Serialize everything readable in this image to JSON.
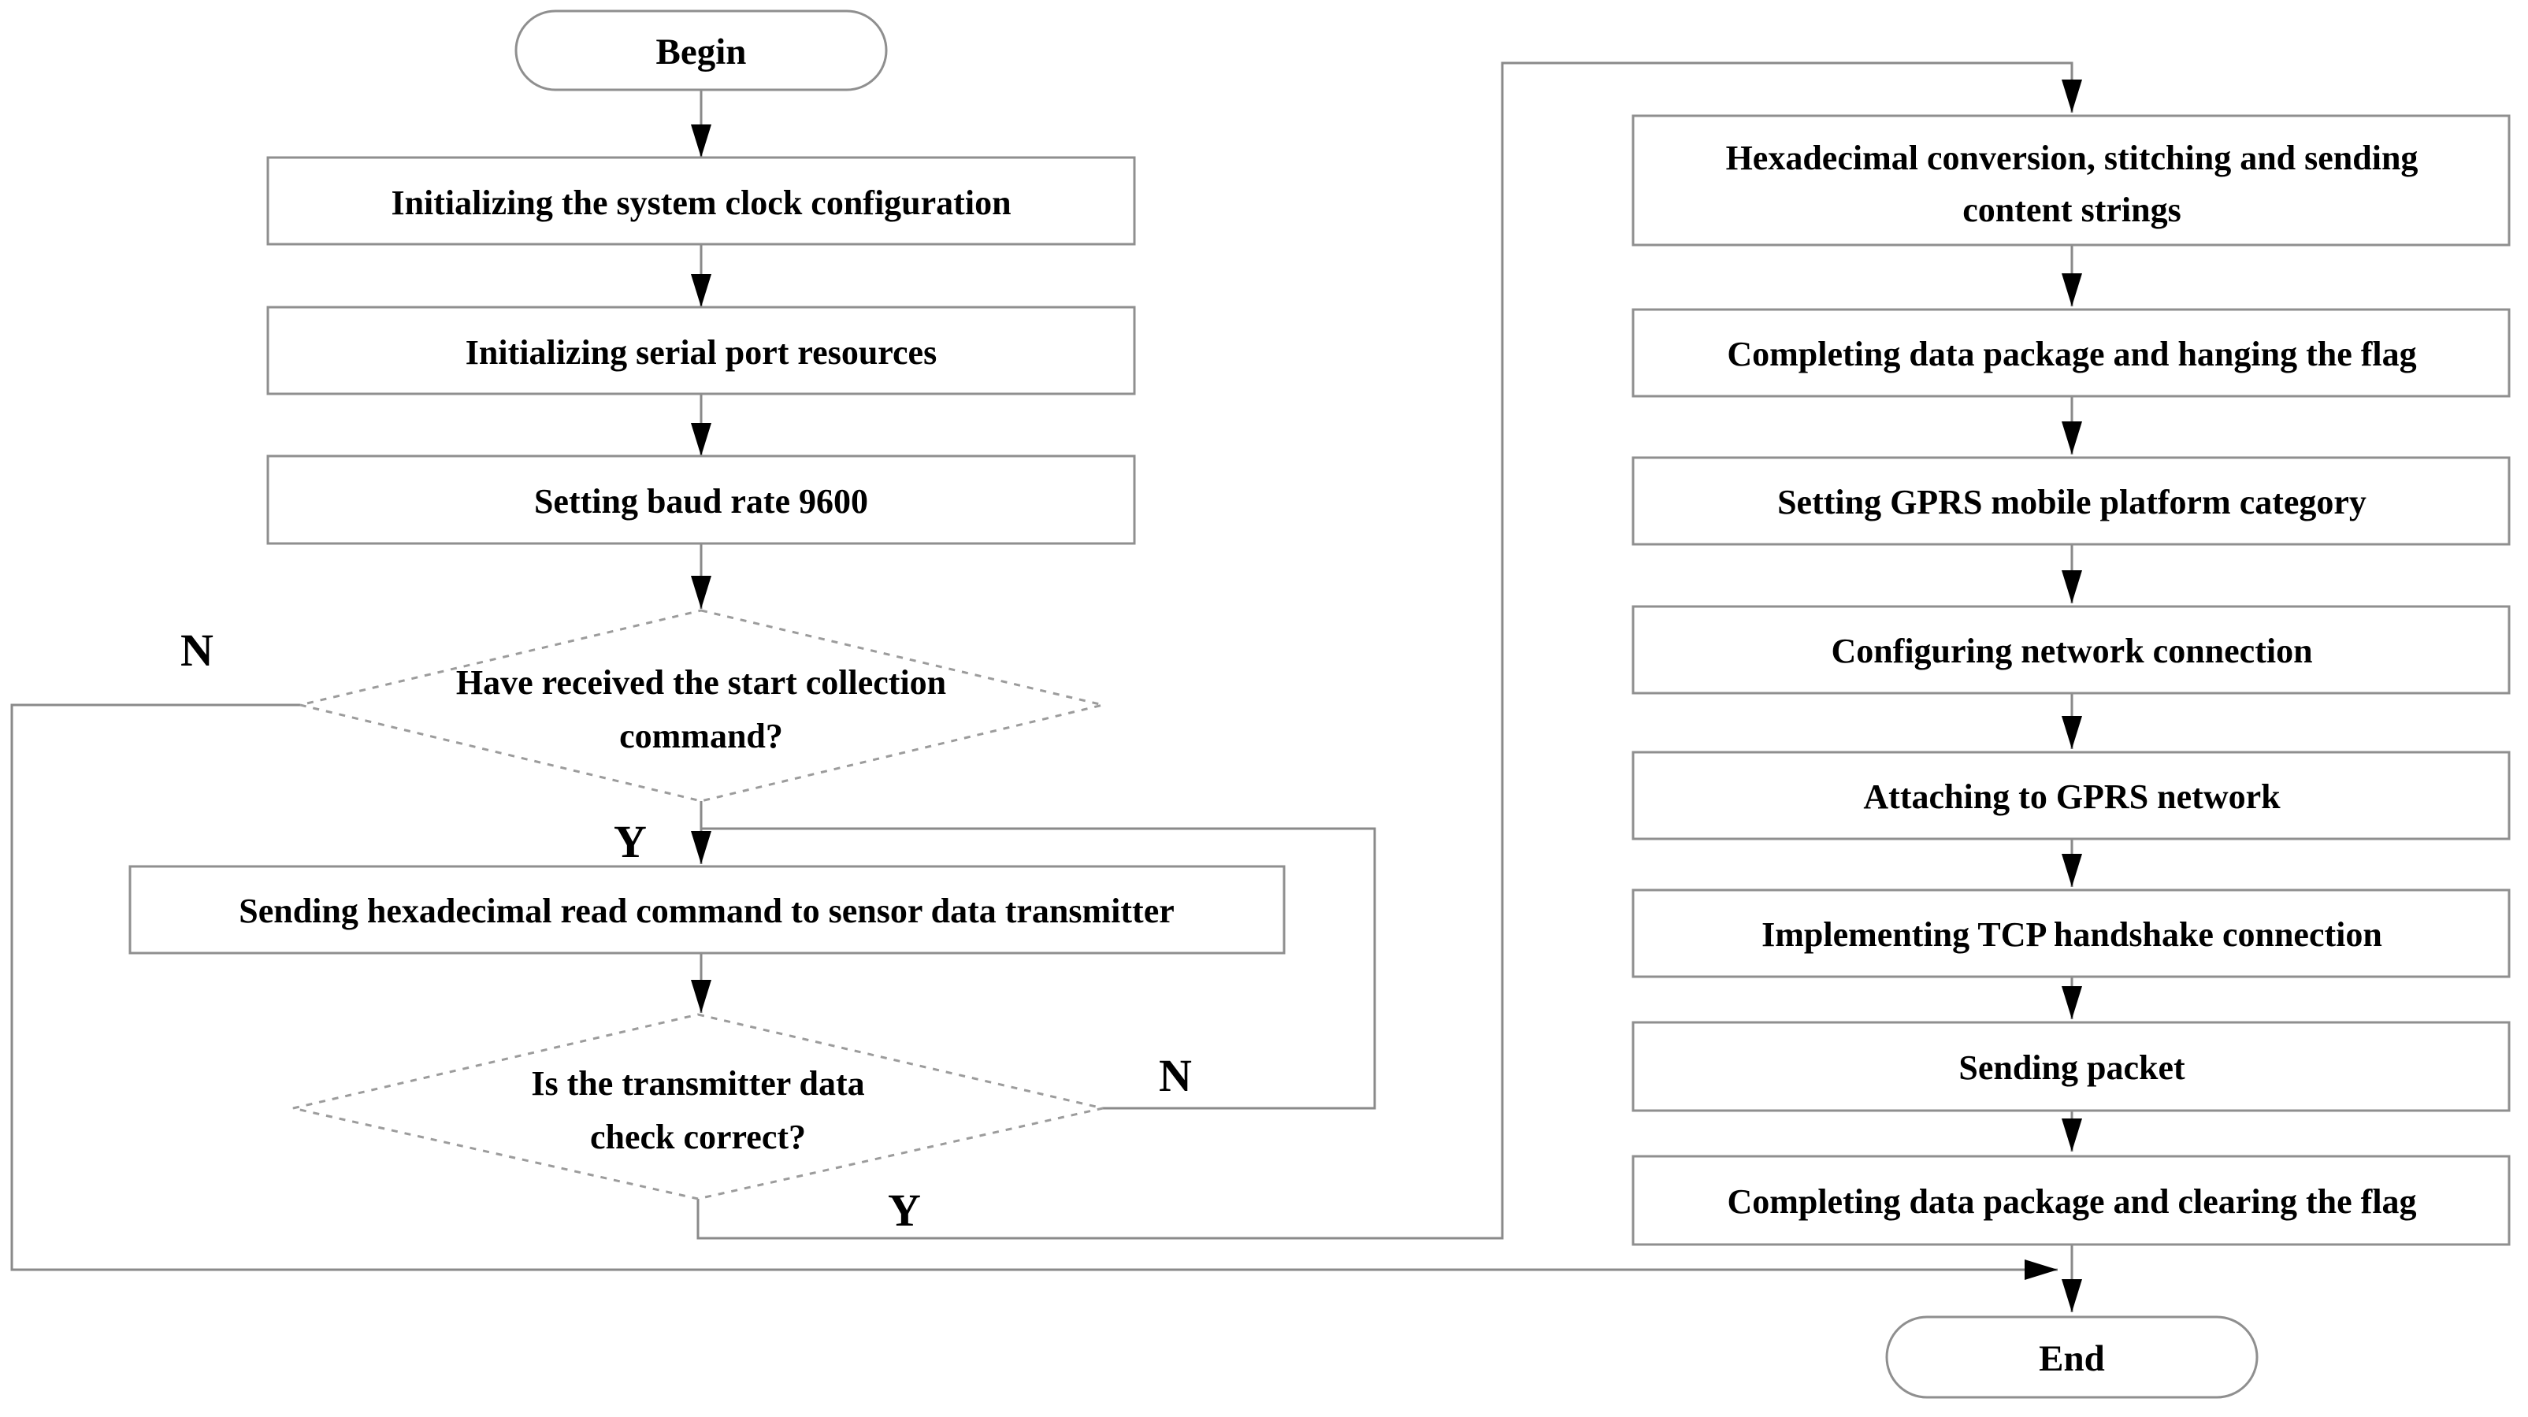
{
  "diagram": {
    "type": "flowchart",
    "background": "#ffffff",
    "stroke_color": "#8f8f8f",
    "arrow_color": "#000000",
    "text_color": "#000000",
    "nodes": {
      "begin": {
        "shape": "terminator",
        "label": "Begin"
      },
      "init_clock": {
        "shape": "process",
        "label": "Initializing the system clock configuration"
      },
      "init_serial": {
        "shape": "process",
        "label": "Initializing serial port resources"
      },
      "set_baud": {
        "shape": "process",
        "label": "Setting baud rate 9600"
      },
      "decision_start": {
        "shape": "decision",
        "lines": [
          "Have received the start collection",
          "command?"
        ]
      },
      "send_hex": {
        "shape": "process",
        "label": "Sending hexadecimal read command to sensor data transmitter"
      },
      "decision_check": {
        "shape": "decision",
        "lines": [
          "Is the transmitter data",
          "check correct?"
        ]
      },
      "hex_conv": {
        "shape": "process",
        "lines": [
          "Hexadecimal conversion, stitching and sending",
          "content strings"
        ]
      },
      "pkg_hang": {
        "shape": "process",
        "label": "Completing data package and hanging the flag"
      },
      "gprs_cat": {
        "shape": "process",
        "label": "Setting GPRS mobile platform category"
      },
      "net_conf": {
        "shape": "process",
        "label": "Configuring network connection"
      },
      "gprs_attach": {
        "shape": "process",
        "label": "Attaching to GPRS network"
      },
      "tcp_handshake": {
        "shape": "process",
        "label": "Implementing TCP handshake connection"
      },
      "send_packet": {
        "shape": "process",
        "label": "Sending packet"
      },
      "pkg_clear": {
        "shape": "process",
        "label": "Completing data package and clearing the flag"
      },
      "end": {
        "shape": "terminator",
        "label": "End"
      }
    },
    "edge_labels": {
      "decision_start_no": "N",
      "decision_start_yes": "Y",
      "decision_check_no": "N",
      "decision_check_yes": "Y"
    },
    "edges": [
      {
        "from": "begin",
        "to": "init_clock"
      },
      {
        "from": "init_clock",
        "to": "init_serial"
      },
      {
        "from": "init_serial",
        "to": "set_baud"
      },
      {
        "from": "set_baud",
        "to": "decision_start"
      },
      {
        "from": "decision_start",
        "to": "send_hex",
        "label": "Y"
      },
      {
        "from": "decision_start",
        "to": "end",
        "label": "N"
      },
      {
        "from": "send_hex",
        "to": "decision_check"
      },
      {
        "from": "decision_check",
        "to": "send_hex",
        "label": "N"
      },
      {
        "from": "decision_check",
        "to": "hex_conv",
        "label": "Y"
      },
      {
        "from": "hex_conv",
        "to": "pkg_hang"
      },
      {
        "from": "pkg_hang",
        "to": "gprs_cat"
      },
      {
        "from": "gprs_cat",
        "to": "net_conf"
      },
      {
        "from": "net_conf",
        "to": "gprs_attach"
      },
      {
        "from": "gprs_attach",
        "to": "tcp_handshake"
      },
      {
        "from": "tcp_handshake",
        "to": "send_packet"
      },
      {
        "from": "send_packet",
        "to": "pkg_clear"
      },
      {
        "from": "pkg_clear",
        "to": "end"
      }
    ]
  }
}
